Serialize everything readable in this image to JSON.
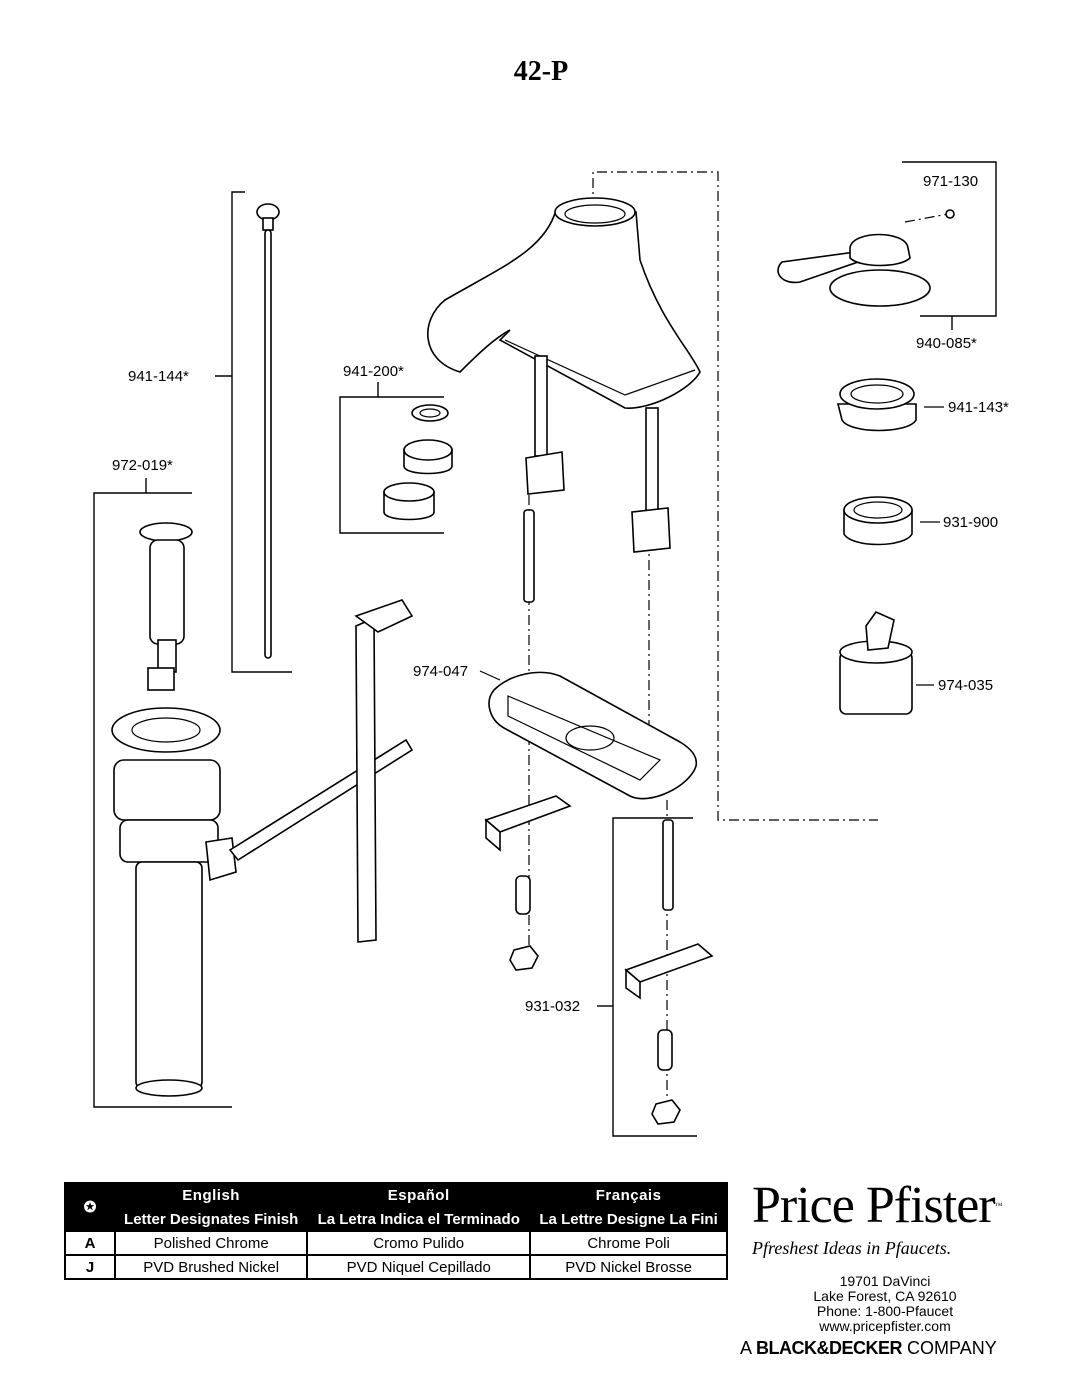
{
  "title": "42-P",
  "parts": {
    "p971_130": "971-130",
    "p940_085": "940-085*",
    "p941_143": "941-143*",
    "p931_900": "931-900",
    "p974_035": "974-035",
    "p941_144": "941-144*",
    "p941_200": "941-200*",
    "p972_019": "972-019*",
    "p974_047": "974-047",
    "p931_032": "931-032"
  },
  "finish_table": {
    "headers": [
      "English",
      "Español",
      "Français"
    ],
    "subheaders": [
      "Letter Designates Finish",
      "La Letra Indica el Terminado",
      "La Lettre Designe La Fini"
    ],
    "marker": "✪",
    "rows": [
      {
        "code": "A",
        "english": "Polished Chrome",
        "spanish": "Cromo Pulido",
        "french": "Chrome Poli"
      },
      {
        "code": "J",
        "english": "PVD Brushed Nickel",
        "spanish": "PVD Niquel Cepillado",
        "french": "PVD Nickel Brosse"
      }
    ]
  },
  "brand": {
    "name": "Price Pfister",
    "tm": "™",
    "tagline": "Pfreshest Ideas in Pfaucets.",
    "address1": "19701 DaVinci",
    "address2": "Lake Forest, CA 92610",
    "phone": "Phone: 1-800-Pfaucet",
    "web": "www.pricepfister.com",
    "company_prefix": "A",
    "company_name": "BLACK&DECKER",
    "company_suffix": "COMPANY"
  }
}
